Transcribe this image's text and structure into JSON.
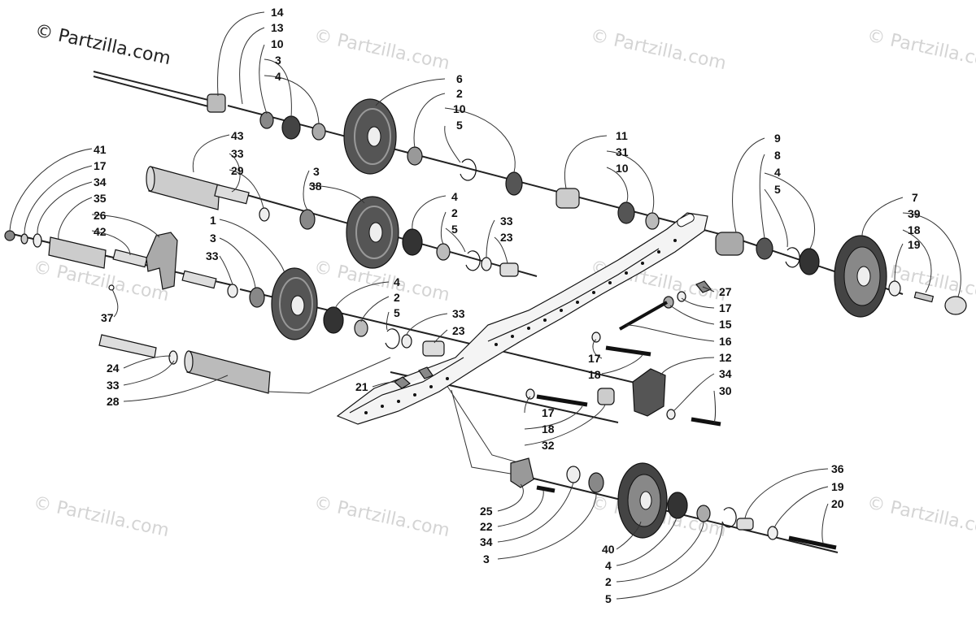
{
  "copyright": "© Partzilla.com",
  "watermark": "© Partzilla.com",
  "callouts": {
    "c14a": "14",
    "c13a": "13",
    "c10a": "10",
    "c3a": "3",
    "c4a": "4",
    "c6": "6",
    "c2a": "2",
    "c10b": "10",
    "c5a": "5",
    "c11": "11",
    "c31": "31",
    "c10c": "10",
    "c9": "9",
    "c8": "8",
    "c4b": "4",
    "c5b": "5",
    "c7": "7",
    "c39": "39",
    "c18a": "18",
    "c19a": "19",
    "c43": "43",
    "c33a": "33",
    "c29": "29",
    "c3b": "3",
    "c38": "38",
    "c4c": "4",
    "c2b": "2",
    "c5c": "5",
    "c33b": "33",
    "c23a": "23",
    "c41": "41",
    "c17a": "17",
    "c34a": "34",
    "c35": "35",
    "c26": "26",
    "c42": "42",
    "c1": "1",
    "c3c": "3",
    "c33c": "33",
    "c37": "37",
    "c4d": "4",
    "c2c": "2",
    "c5d": "5",
    "c33d": "33",
    "c23b": "23",
    "c27": "27",
    "c17b": "17",
    "c15": "15",
    "c16": "16",
    "c17c": "17",
    "c18b": "18",
    "c12": "12",
    "c34b": "34",
    "c30": "30",
    "c24": "24",
    "c33e": "33",
    "c28": "28",
    "c21": "21",
    "c17d": "17",
    "c18c": "18",
    "c32": "32",
    "c25": "25",
    "c22": "22",
    "c34c": "34",
    "c3d": "3",
    "c40": "40",
    "c4e": "4",
    "c2d": "2",
    "c5e": "5",
    "c36": "36",
    "c19b": "19",
    "c20": "20"
  }
}
